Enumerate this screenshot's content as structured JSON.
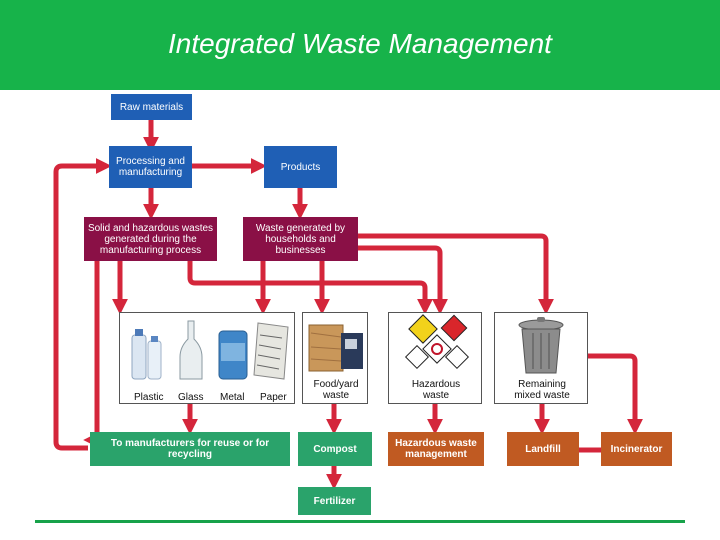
{
  "title": "Integrated Waste Management",
  "boxes": {
    "raw_materials": "Raw materials",
    "processing": "Processing and manufacturing",
    "products": "Products",
    "solid_hazardous": "Solid and hazardous wastes generated during the manufacturing process",
    "household_waste": "Waste generated by households and businesses",
    "reuse_recycling": "To manufacturers for reuse or for recycling",
    "compost": "Compost",
    "hazardous_mgmt": "Hazardous waste management",
    "landfill": "Landfill",
    "incinerator": "Incinerator",
    "fertilizer": "Fertilizer"
  },
  "photos": {
    "recyclables": [
      "Plastic",
      "Glass",
      "Metal",
      "Paper"
    ],
    "food_yard": "Food/yard waste",
    "hazardous": "Hazardous waste",
    "remaining": "Remaining mixed waste"
  },
  "colors": {
    "header": "#17b34a",
    "blue": "#1f5fb5",
    "maroon": "#8a1046",
    "green": "#2aa36b",
    "orange": "#c05a22",
    "arrow": "#d4263b"
  }
}
